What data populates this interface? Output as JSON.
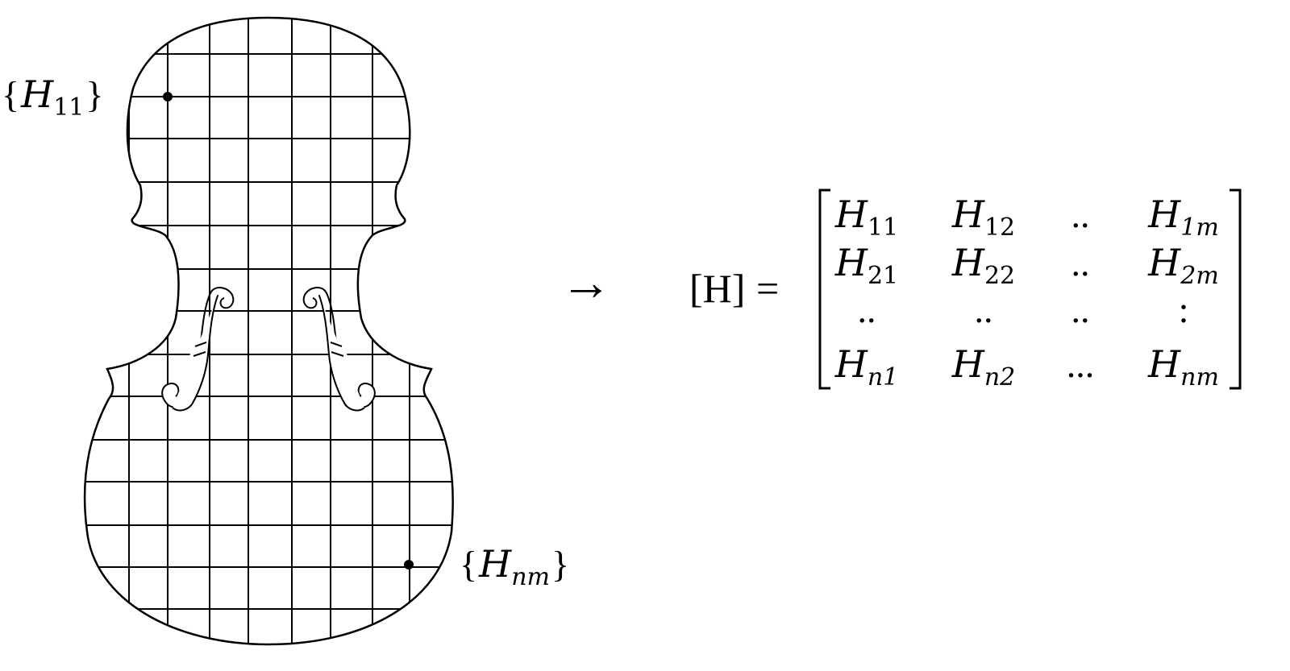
{
  "labels": {
    "top_point": {
      "open": "{",
      "base": "H",
      "sub": "11",
      "close": "}"
    },
    "bottom_point": {
      "open": "{",
      "base": "H",
      "sub": "nm",
      "close": "}"
    }
  },
  "arrow": "→",
  "equation": {
    "lhs": "[H]",
    "equals": "=",
    "matrix": [
      [
        {
          "base": "H",
          "sub": "11"
        },
        {
          "base": "H",
          "sub": "12"
        },
        {
          "text": ".."
        },
        {
          "base": "H",
          "sub": "1m"
        }
      ],
      [
        {
          "base": "H",
          "sub": "21"
        },
        {
          "base": "H",
          "sub": "22"
        },
        {
          "text": ".."
        },
        {
          "base": "H",
          "sub": "2m"
        }
      ],
      [
        {
          "text": ".."
        },
        {
          "text": ".."
        },
        {
          "text": ".."
        },
        {
          "text": ":"
        }
      ],
      [
        {
          "base": "H",
          "sub": "n1"
        },
        {
          "base": "H",
          "sub": "n2"
        },
        {
          "text": "..."
        },
        {
          "base": "H",
          "sub": "nm"
        }
      ]
    ]
  },
  "colors": {
    "ink": "#000000",
    "paper": "#ffffff"
  }
}
